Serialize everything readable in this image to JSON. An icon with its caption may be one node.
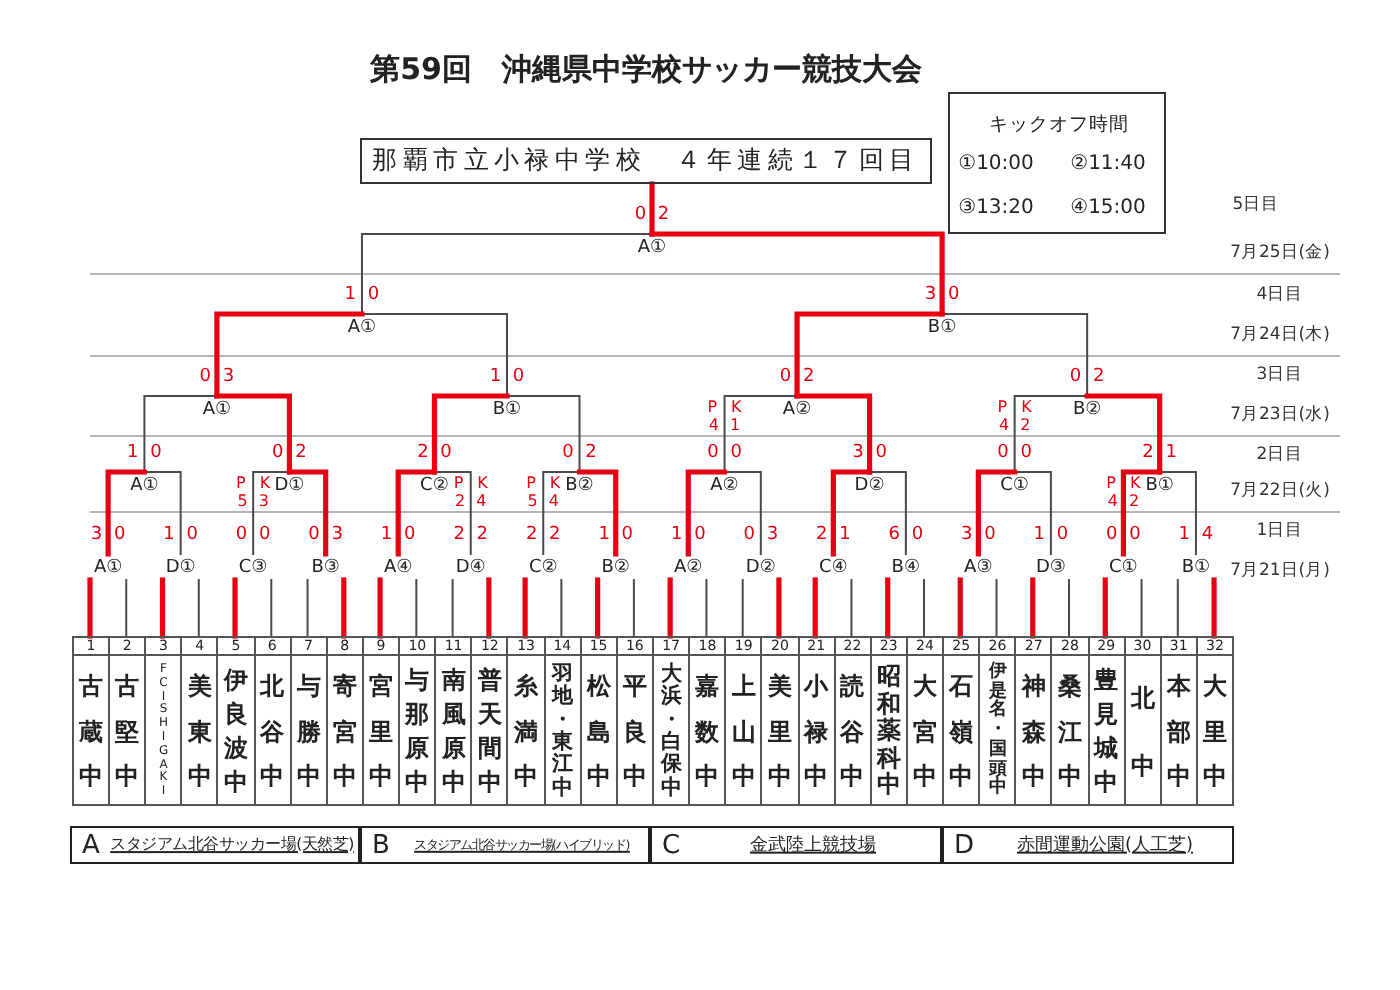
{
  "diagram": {
    "title": "第59回　沖縄県中学校サッカー競技大会",
    "nodes": [
      {
        "text": [
          "那覇市立小禄中学校　４年連続１７回目"
        ]
      },
      {
        "text": [
          "キックオフ時間",
          "①10:00",
          "②11:40",
          "③13:20",
          "④15:00"
        ]
      },
      {
        "text": [
          "A①"
        ],
        "beside": [
          "0 2"
        ]
      },
      {
        "text": [
          "A①"
        ],
        "beside": [
          "1 0"
        ]
      },
      {
        "text": [
          "B①"
        ],
        "beside": [
          "3 0"
        ]
      },
      {
        "text": [
          "A①"
        ],
        "beside": [
          "0 3"
        ]
      },
      {
        "text": [
          "B①"
        ],
        "beside": [
          "1 0"
        ]
      },
      {
        "text": [
          "A②"
        ],
        "beside": [
          "0 2"
        ]
      },
      {
        "text": [
          "B②"
        ],
        "beside": [
          "0 2"
        ]
      },
      {
        "text": [
          "A①"
        ],
        "beside": [
          "1 0"
        ]
      },
      {
        "text": [
          "D①"
        ],
        "beside": [
          "0 2"
        ]
      },
      {
        "text": [
          "C②"
        ],
        "beside": [
          "2 0"
        ]
      },
      {
        "text": [
          "B②"
        ],
        "beside": [
          "0 2"
        ]
      },
      {
        "text": [
          "A②"
        ],
        "beside": [
          "PK",
          "4 1",
          "0 0"
        ]
      },
      {
        "text": [
          "D②"
        ],
        "beside": [
          "3 0"
        ]
      },
      {
        "text": [
          "C①"
        ],
        "beside": [
          "PK",
          "4 2",
          "0 0"
        ]
      },
      {
        "text": [
          "B①"
        ],
        "beside": [
          "2 1"
        ]
      },
      {
        "text": [
          "A①"
        ],
        "beside": [
          "3 0"
        ]
      },
      {
        "text": [
          "D①"
        ],
        "beside": [
          "1 0"
        ]
      },
      {
        "text": [
          "C③"
        ],
        "beside": [
          "PK",
          "5 3",
          "0 0"
        ]
      },
      {
        "text": [
          "B③"
        ],
        "beside": [
          "0 3"
        ]
      },
      {
        "text": [
          "A④"
        ],
        "beside": [
          "1 0"
        ]
      },
      {
        "text": [
          "D④"
        ],
        "beside": [
          "PK",
          "2 4",
          "2 2"
        ]
      },
      {
        "text": [
          "C②"
        ],
        "beside": [
          "PK",
          "5 4",
          "2 2"
        ]
      },
      {
        "text": [
          "B②"
        ],
        "beside": [
          "1 0"
        ]
      },
      {
        "text": [
          "A②"
        ],
        "beside": [
          "1 0"
        ]
      },
      {
        "text": [
          "D②"
        ],
        "beside": [
          "0 3"
        ]
      },
      {
        "text": [
          "C④"
        ],
        "beside": [
          "2 1"
        ]
      },
      {
        "text": [
          "B④"
        ],
        "beside": [
          "6 0"
        ]
      },
      {
        "text": [
          "A③"
        ],
        "beside": [
          "3 0"
        ]
      },
      {
        "text": [
          "D③"
        ],
        "beside": [
          "1 0"
        ]
      },
      {
        "text": [
          "C①"
        ],
        "beside": [
          "PK",
          "4 2",
          "0 0"
        ]
      },
      {
        "text": [
          "B①"
        ],
        "beside": [
          "1 4"
        ]
      },
      {
        "text": [
          "1",
          "古蔵中"
        ]
      },
      {
        "text": [
          "2",
          "古堅中"
        ]
      },
      {
        "text": [
          "3",
          "FC ISHIGAKI"
        ]
      },
      {
        "text": [
          "4",
          "美東中"
        ]
      },
      {
        "text": [
          "5",
          "伊良波中"
        ]
      },
      {
        "text": [
          "6",
          "北谷中"
        ]
      },
      {
        "text": [
          "7",
          "与勝中"
        ]
      },
      {
        "text": [
          "8",
          "寄宮中"
        ]
      },
      {
        "text": [
          "9",
          "宮里中"
        ]
      },
      {
        "text": [
          "10",
          "与那原中"
        ]
      },
      {
        "text": [
          "11",
          "南風原中"
        ]
      },
      {
        "text": [
          "12",
          "普天間中"
        ]
      },
      {
        "text": [
          "13",
          "糸満中"
        ]
      },
      {
        "text": [
          "14",
          "羽地・東江中"
        ]
      },
      {
        "text": [
          "15",
          "松島中"
        ]
      },
      {
        "text": [
          "16",
          "平良中"
        ]
      },
      {
        "text": [
          "17",
          "大浜・白保中"
        ]
      },
      {
        "text": [
          "18",
          "嘉数中"
        ]
      },
      {
        "text": [
          "19",
          "上山中"
        ]
      },
      {
        "text": [
          "20",
          "美里中"
        ]
      },
      {
        "text": [
          "21",
          "小禄中"
        ]
      },
      {
        "text": [
          "22",
          "読谷中"
        ]
      },
      {
        "text": [
          "23",
          "昭和薬科中"
        ]
      },
      {
        "text": [
          "24",
          "大宮中"
        ]
      },
      {
        "text": [
          "25",
          "石嶺中"
        ]
      },
      {
        "text": [
          "26",
          "伊是名・国頭中"
        ]
      },
      {
        "text": [
          "27",
          "神森中"
        ]
      },
      {
        "text": [
          "28",
          "桑江中"
        ]
      },
      {
        "text": [
          "29",
          "豊見城中"
        ]
      },
      {
        "text": [
          "30",
          "北中"
        ]
      },
      {
        "text": [
          "31",
          "本部中"
        ]
      },
      {
        "text": [
          "32",
          "大里中"
        ]
      },
      {
        "text": [
          "A",
          "スタジアム北谷サッカー場(天然芝)"
        ]
      },
      {
        "text": [
          "B",
          "スタジアム北谷サッカー場(ハイブリッド)"
        ]
      },
      {
        "text": [
          "C",
          "金武陸上競技場"
        ]
      },
      {
        "text": [
          "D",
          "赤間運動公園(人工芝)"
        ]
      }
    ],
    "edges": [
      {
        "from": 33,
        "to": 17,
        "arrow": "none"
      },
      {
        "from": 34,
        "to": 17,
        "arrow": "none",
        "color": "#4a4a4a"
      },
      {
        "from": 35,
        "to": 18,
        "arrow": "none"
      },
      {
        "from": 36,
        "to": 18,
        "arrow": "none",
        "color": "#4a4a4a"
      },
      {
        "from": 37,
        "to": 19,
        "arrow": "none"
      },
      {
        "from": 38,
        "to": 19,
        "arrow": "none",
        "color": "#4a4a4a"
      },
      {
        "from": 39,
        "to": 20,
        "arrow": "none",
        "color": "#4a4a4a"
      },
      {
        "from": 40,
        "to": 20,
        "arrow": "none"
      },
      {
        "from": 41,
        "to": 21,
        "arrow": "none"
      },
      {
        "from": 42,
        "to": 21,
        "arrow": "none",
        "color": "#4a4a4a"
      },
      {
        "from": 43,
        "to": 22,
        "arrow": "none",
        "color": "#4a4a4a"
      },
      {
        "from": 44,
        "to": 22,
        "arrow": "none"
      },
      {
        "from": 45,
        "to": 23,
        "arrow": "none"
      },
      {
        "from": 46,
        "to": 23,
        "arrow": "none",
        "color": "#4a4a4a"
      },
      {
        "from": 47,
        "to": 24,
        "arrow": "none"
      },
      {
        "from": 48,
        "to": 24,
        "arrow": "none",
        "color": "#4a4a4a"
      },
      {
        "from": 49,
        "to": 25,
        "arrow": "none"
      },
      {
        "from": 50,
        "to": 25,
        "arrow": "none",
        "color": "#4a4a4a"
      },
      {
        "from": 51,
        "to": 26,
        "arrow": "none",
        "color": "#4a4a4a"
      },
      {
        "from": 52,
        "to": 26,
        "arrow": "none"
      },
      {
        "from": 53,
        "to": 27,
        "arrow": "none"
      },
      {
        "from": 54,
        "to": 27,
        "arrow": "none",
        "color": "#4a4a4a"
      },
      {
        "from": 55,
        "to": 28,
        "arrow": "none"
      },
      {
        "from": 56,
        "to": 28,
        "arrow": "none",
        "color": "#4a4a4a"
      },
      {
        "from": 57,
        "to": 29,
        "arrow": "none"
      },
      {
        "from": 58,
        "to": 29,
        "arrow": "none",
        "color": "#4a4a4a"
      },
      {
        "from": 59,
        "to": 30,
        "arrow": "none"
      },
      {
        "from": 60,
        "to": 30,
        "arrow": "none",
        "color": "#4a4a4a"
      },
      {
        "from": 61,
        "to": 31,
        "arrow": "none"
      },
      {
        "from": 62,
        "to": 31,
        "arrow": "none",
        "color": "#4a4a4a"
      },
      {
        "from": 63,
        "to": 32,
        "arrow": "none",
        "color": "#4a4a4a"
      },
      {
        "from": 64,
        "to": 32,
        "arrow": "none"
      },
      {
        "from": 17,
        "to": 9,
        "arrow": "none"
      },
      {
        "from": 18,
        "to": 9,
        "arrow": "none",
        "color": "#4a4a4a"
      },
      {
        "from": 19,
        "to": 10,
        "arrow": "none",
        "color": "#4a4a4a"
      },
      {
        "from": 20,
        "to": 10,
        "arrow": "none"
      },
      {
        "from": 21,
        "to": 11,
        "arrow": "none"
      },
      {
        "from": 22,
        "to": 11,
        "arrow": "none",
        "color": "#4a4a4a"
      },
      {
        "from": 23,
        "to": 12,
        "arrow": "none",
        "color": "#4a4a4a"
      },
      {
        "from": 24,
        "to": 12,
        "arrow": "none"
      },
      {
        "from": 25,
        "to": 13,
        "arrow": "none"
      },
      {
        "from": 26,
        "to": 13,
        "arrow": "none",
        "color": "#4a4a4a"
      },
      {
        "from": 27,
        "to": 14,
        "arrow": "none"
      },
      {
        "from": 28,
        "to": 14,
        "arrow": "none",
        "color": "#4a4a4a"
      },
      {
        "from": 29,
        "to": 15,
        "arrow": "none"
      },
      {
        "from": 30,
        "to": 15,
        "arrow": "none",
        "color": "#4a4a4a"
      },
      {
        "from": 31,
        "to": 16,
        "arrow": "none"
      },
      {
        "from": 32,
        "to": 16,
        "arrow": "none",
        "color": "#4a4a4a"
      },
      {
        "from": 9,
        "to": 5,
        "arrow": "none",
        "color": "#4a4a4a"
      },
      {
        "from": 10,
        "to": 5,
        "arrow": "none"
      },
      {
        "from": 11,
        "to": 6,
        "arrow": "none"
      },
      {
        "from": 12,
        "to": 6,
        "arrow": "none",
        "color": "#4a4a4a"
      },
      {
        "from": 13,
        "to": 7,
        "arrow": "none",
        "color": "#4a4a4a"
      },
      {
        "from": 14,
        "to": 7,
        "arrow": "none"
      },
      {
        "from": 15,
        "to": 8,
        "arrow": "none",
        "color": "#4a4a4a"
      },
      {
        "from": 16,
        "to": 8,
        "arrow": "none"
      },
      {
        "from": 5,
        "to": 3,
        "arrow": "none"
      },
      {
        "from": 6,
        "to": 3,
        "arrow": "none",
        "color": "#4a4a4a"
      },
      {
        "from": 7,
        "to": 4,
        "arrow": "none"
      },
      {
        "from": 8,
        "to": 4,
        "arrow": "none",
        "color": "#4a4a4a"
      },
      {
        "from": 3,
        "to": 2,
        "arrow": "none",
        "color": "#4a4a4a"
      },
      {
        "from": 4,
        "to": 2,
        "arrow": "none"
      },
      {
        "from": 2,
        "to": 0,
        "arrow": "none"
      }
    ],
    "labels": [
      "5日目",
      "7月25日(金)",
      "4日目",
      "7月24日(木)",
      "3日目",
      "7月23日(水)",
      "2日目",
      "7月22日(火)",
      "1日目",
      "7月21日(月)"
    ]
  }
}
